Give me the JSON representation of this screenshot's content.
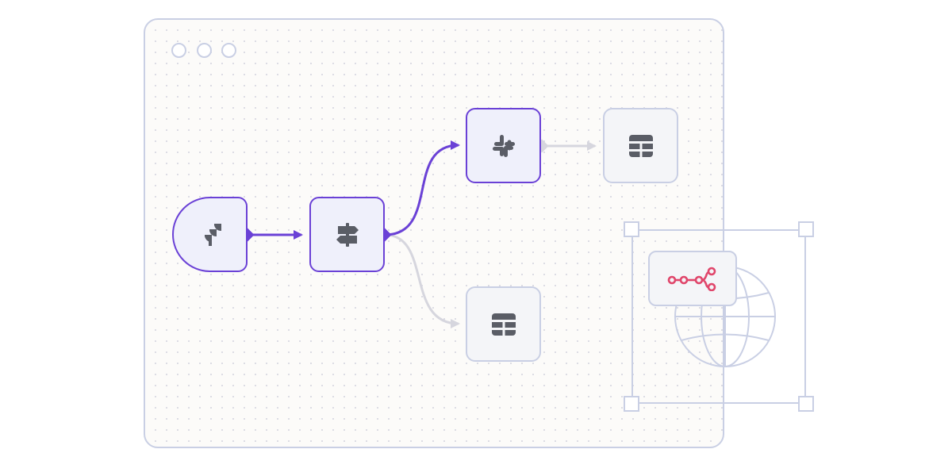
{
  "diagram": {
    "nodes": [
      {
        "id": "jira-trigger",
        "icon": "jira-icon",
        "state": "active",
        "shape": "trigger"
      },
      {
        "id": "switch",
        "icon": "signpost-icon",
        "state": "active"
      },
      {
        "id": "slack",
        "icon": "slack-icon",
        "state": "active"
      },
      {
        "id": "table-top",
        "icon": "table-icon",
        "state": "inactive"
      },
      {
        "id": "table-bottom",
        "icon": "table-icon",
        "state": "inactive"
      }
    ],
    "edges": [
      {
        "from": "jira-trigger",
        "to": "switch",
        "state": "active"
      },
      {
        "from": "switch",
        "to": "slack",
        "state": "active"
      },
      {
        "from": "switch",
        "to": "table-bottom",
        "state": "inactive"
      },
      {
        "from": "slack",
        "to": "table-top",
        "state": "inactive"
      }
    ]
  },
  "badge": {
    "icon": "n8n-logo-icon",
    "overlay_icon": "globe-icon"
  },
  "colors": {
    "accent": "#6a41d6",
    "inactive_line": "#d6d6de",
    "border": "#c9cfe4",
    "icon_gray": "#5a5d66",
    "logo_pink": "#e0466b"
  }
}
